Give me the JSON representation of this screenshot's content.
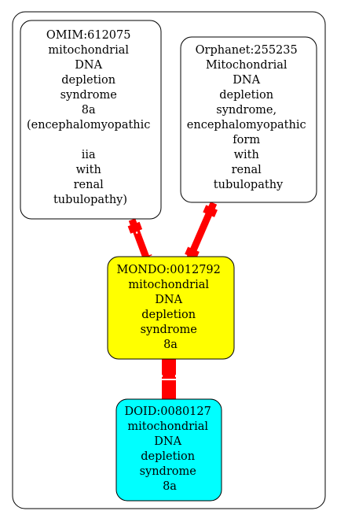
{
  "nodes": {
    "omim": {
      "lines": [
        "OMIM:612075",
        "mitochondrial",
        "DNA",
        "depletion",
        "syndrome",
        "8a",
        "(encephalomyopathic",
        "",
        "iia",
        "with",
        "renal",
        "tubulopathy)"
      ],
      "fill": "#ffffff"
    },
    "orphanet": {
      "lines": [
        "Orphanet:255235",
        "Mitochondrial",
        "DNA",
        "depletion",
        "syndrome,",
        "encephalomyopathic",
        "form",
        "with",
        "renal",
        "tubulopathy"
      ],
      "fill": "#ffffff"
    },
    "mondo": {
      "lines": [
        "MONDO:0012792",
        "mitochondrial",
        "DNA",
        "depletion",
        "syndrome",
        "8a"
      ],
      "fill": "#ffff00"
    },
    "doid": {
      "lines": [
        "DOID:0080127",
        "mitochondrial",
        "DNA",
        "depletion",
        "syndrome",
        "8a"
      ],
      "fill": "#00ffff"
    }
  },
  "edges": [
    {
      "from": "omim",
      "to": "mondo",
      "color": "#ff0000"
    },
    {
      "from": "orphanet",
      "to": "mondo",
      "color": "#ff0000"
    },
    {
      "from": "mondo",
      "to": "doid",
      "color": "#ff0000"
    }
  ]
}
